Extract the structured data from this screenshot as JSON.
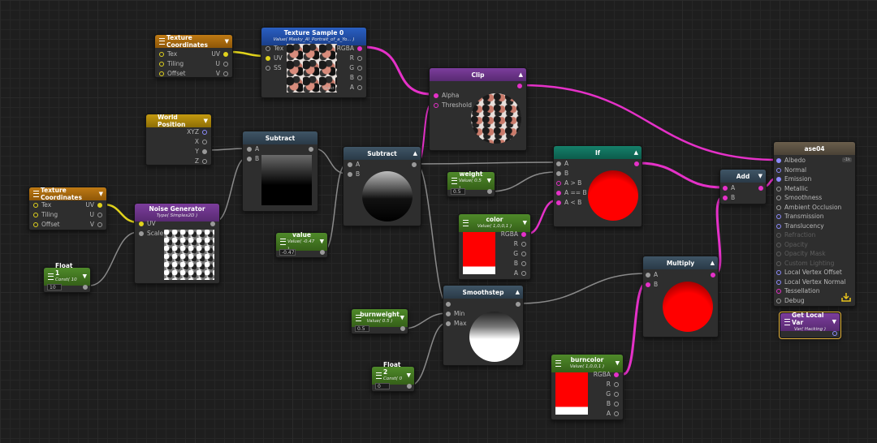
{
  "nodes": {
    "tc1": {
      "title": "Texture Coordinates",
      "inputs": [
        "Tex",
        "Tiling",
        "Offset"
      ],
      "outputs": [
        "UV",
        "U",
        "V"
      ]
    },
    "texsample": {
      "title": "Texture Sample 0",
      "subtitle": "Value( Masky_AI_Portrait_of_a_Yo... )",
      "inputs": [
        "Tex",
        "UV",
        "SS"
      ],
      "outputs": [
        "RGBA",
        "R",
        "G",
        "B",
        "A"
      ],
      "select": "Select"
    },
    "clip": {
      "title": "Clip",
      "inputs": [
        "Alpha",
        "Threshold"
      ]
    },
    "worldpos": {
      "title": "World Position",
      "outputs": [
        "XYZ",
        "X",
        "Y",
        "Z"
      ]
    },
    "subtract1": {
      "title": "Subtract",
      "inputs": [
        "A",
        "B"
      ]
    },
    "subtract2": {
      "title": "Subtract",
      "inputs": [
        "A",
        "B"
      ]
    },
    "tc2": {
      "title": "Texture Coordinates",
      "inputs": [
        "Tex",
        "Tiling",
        "Offset"
      ],
      "outputs": [
        "UV",
        "U",
        "V"
      ]
    },
    "noise": {
      "title": "Noise Generator",
      "subtitle": "Type( Simplex2D )",
      "inputs": [
        "UV",
        "Scale"
      ]
    },
    "float1": {
      "title": "Float 1",
      "subtitle": "Const( 10 )",
      "value": "10"
    },
    "value": {
      "title": "value",
      "subtitle": "Value( -0.47 )",
      "value": "-0.47"
    },
    "weight": {
      "title": "weight",
      "subtitle": "Value( 0.5 )",
      "value": "0.5"
    },
    "color": {
      "title": "color",
      "subtitle": "Value( 1,0,0,1 )",
      "outputs": [
        "RGBA",
        "R",
        "G",
        "B",
        "A"
      ]
    },
    "if": {
      "title": "If",
      "inputs": [
        "A",
        "B",
        "A > B",
        "A == B",
        "A < B"
      ]
    },
    "add": {
      "title": "Add",
      "inputs": [
        "A",
        "B"
      ]
    },
    "multiply": {
      "title": "Multiply",
      "inputs": [
        "A",
        "B"
      ]
    },
    "smoothstep": {
      "title": "Smoothstep",
      "inputs": [
        "",
        "Min",
        "Max"
      ]
    },
    "burnweight": {
      "title": "burnweight",
      "subtitle": "Value( 0.5 )",
      "value": "0.5"
    },
    "float2": {
      "title": "Float 2",
      "subtitle": "Const( 0 )",
      "value": "0"
    },
    "burncolor": {
      "title": "burncolor",
      "subtitle": "Value( 1,0,0,1 )",
      "outputs": [
        "RGBA",
        "R",
        "G",
        "B",
        "A"
      ]
    },
    "getlocal": {
      "title": "Get Local Var",
      "subtitle": "Var( Hacking )"
    },
    "master": {
      "title": "ase04",
      "tag": "-1k",
      "inputs": [
        "Albedo",
        "Normal",
        "Emission",
        "Metallic",
        "Smoothness",
        "Ambient Occlusion",
        "Transmission",
        "Translucency",
        "Refraction",
        "Opacity",
        "Opacity Mask",
        "Custom Lighting",
        "Local Vertex Offset",
        "Local Vertex Normal",
        "Tessellation",
        "Debug"
      ]
    }
  },
  "colors": {
    "selection": "#e7b43c",
    "wire_magenta": "#e531c8",
    "wire_yellow": "#e0d21c",
    "wire_gray": "#8a8a8a",
    "preview_red": "#ff0000"
  }
}
